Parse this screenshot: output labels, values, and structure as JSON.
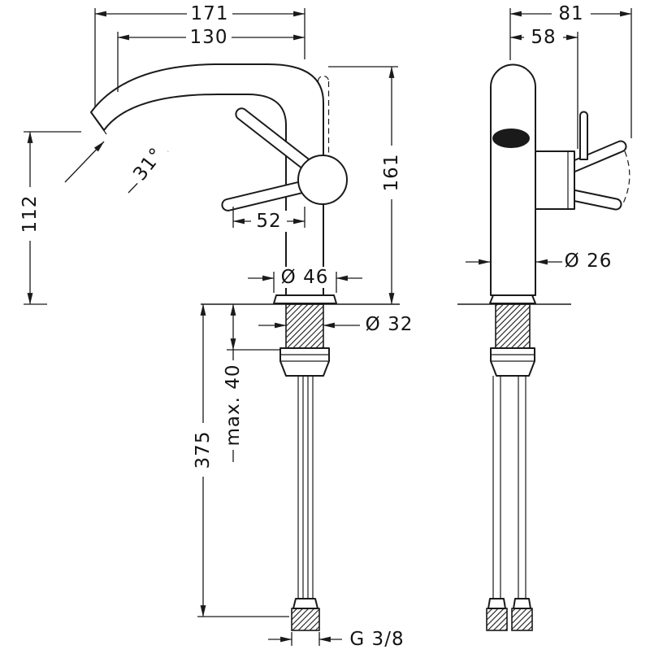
{
  "drawing": {
    "kind": "single-lever basin mixer – dimensional drawing",
    "front_view": {
      "dims": {
        "total_depth": "171",
        "spout_reach": "130",
        "outlet_height": "112",
        "total_height": "161",
        "spout_angle": "31°",
        "lever_offset": "52",
        "base_diameter": "Ø 46",
        "shank_diameter": "Ø 32",
        "max_deck_thickness": "max. 40",
        "hose_length": "375",
        "connection_thread": "G 3/8"
      }
    },
    "side_view": {
      "dims": {
        "total_width": "81",
        "body_depth": "58",
        "body_diameter": "Ø 26"
      }
    },
    "line_color": "#1a1a1a",
    "background_color": "#ffffff"
  }
}
